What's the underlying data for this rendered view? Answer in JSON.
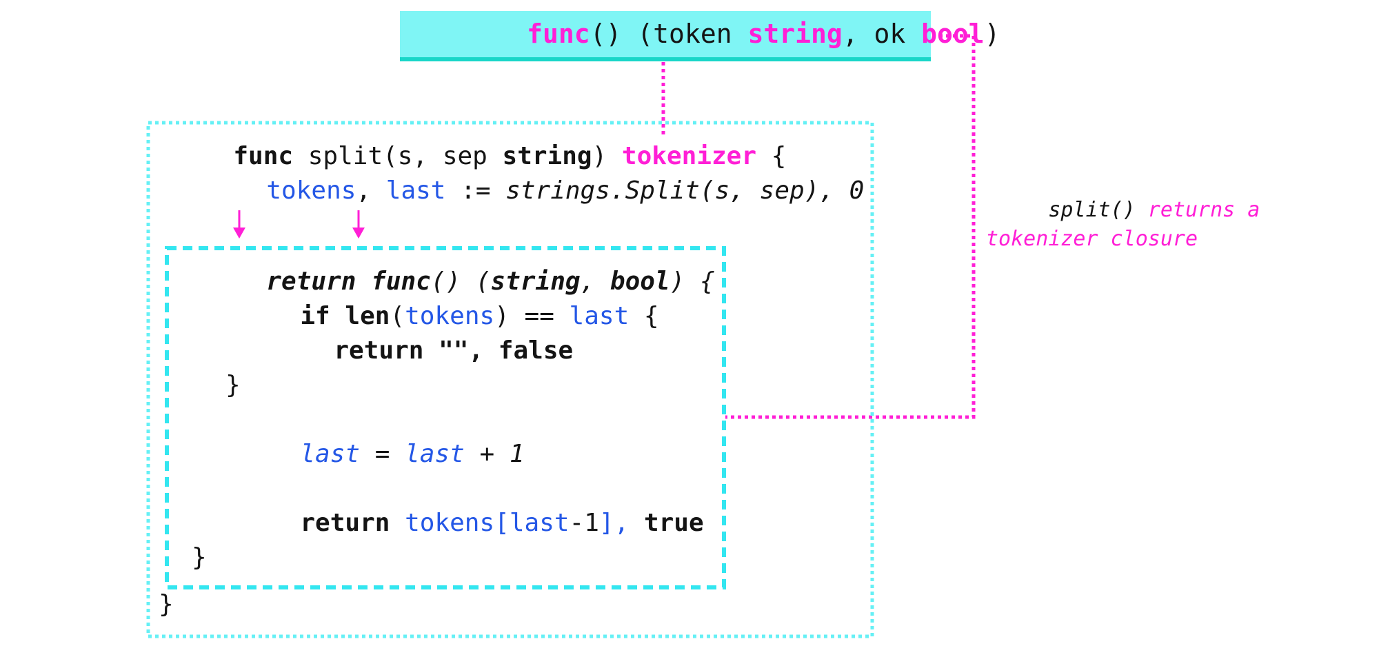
{
  "signature": {
    "func_kw": "func",
    "open_paren": "() (token ",
    "string_kw": "string",
    "ok_text": ", ok ",
    "bool_kw": "bool",
    "close_paren": ")"
  },
  "outer": {
    "line1": {
      "func_kw": "func",
      "name": " split(s, sep ",
      "string_kw": "string",
      "rparen": ") ",
      "type": "tokenizer",
      "brace": " {"
    },
    "line2": {
      "tokens": "tokens",
      "comma": ", ",
      "last": "last",
      "assign": " := ",
      "call": "strings.Split(s, sep), 0"
    },
    "close_brace": "}"
  },
  "inner": {
    "line1": {
      "return_kw": "return",
      "func_kw": " func",
      "paren1": "() (",
      "string_kw": "string",
      "comma": ", ",
      "bool_kw": "bool",
      "rest": ") {"
    },
    "line2": {
      "if_kw": "if",
      "len_kw": " len",
      "open": "(",
      "tokens": "tokens",
      "eq": ") == ",
      "last": "last",
      "brace": " {"
    },
    "line3": {
      "return_kw": "return",
      "empty": " \"\", ",
      "false_kw": "false"
    },
    "line4": "}",
    "line5": {
      "last1": "last",
      "eq": " = ",
      "last2": "last",
      "plus": " + ",
      "one": "1"
    },
    "line6": {
      "return_kw": "return",
      "space": " ",
      "tokens": "tokens",
      "lb": "[",
      "last": "last",
      "minus": "-1",
      "rb": "], ",
      "true_kw": "true"
    },
    "line7": "}"
  },
  "annotation": {
    "line1_a": "split()",
    "line1_b": " returns a",
    "line2": "tokenizer closure"
  },
  "colors": {
    "magenta": "#ff1fd6",
    "cyan": "#33e6f0",
    "blue": "#2457e6",
    "box_fill": "#7ff5f5",
    "box_border": "#19d6c8"
  }
}
